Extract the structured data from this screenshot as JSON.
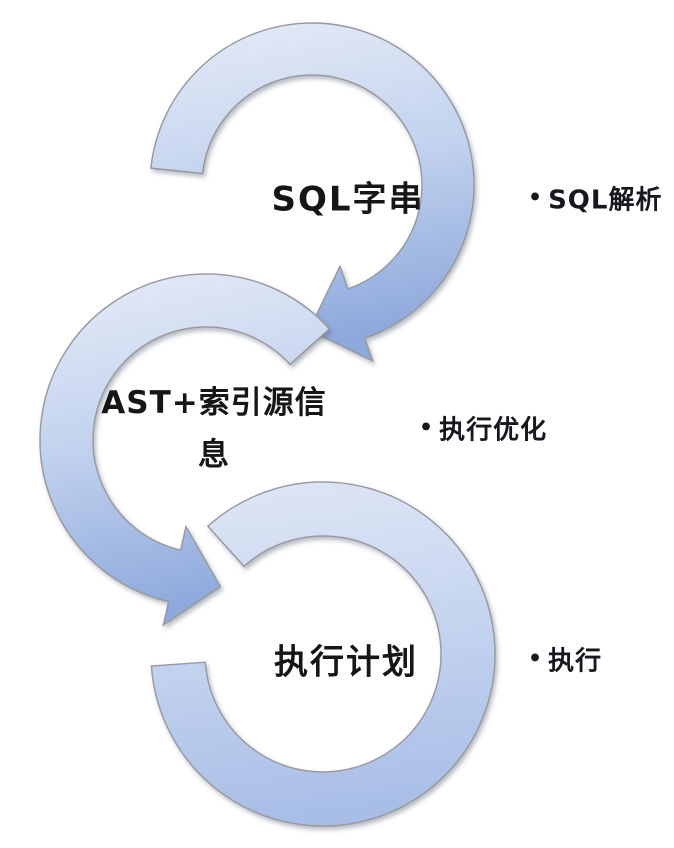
{
  "diagram": {
    "type": "cycle-flow",
    "bullet_char": "•",
    "steps": [
      {
        "label": "SQL字串",
        "annotation": "SQL解析"
      },
      {
        "label": "AST+索引源信息",
        "label_lines": [
          "AST+索引源信",
          "息"
        ],
        "annotation": "执行优化"
      },
      {
        "label": "执行计划",
        "annotation": "执行"
      }
    ]
  },
  "colors": {
    "ring_gradient_light": "#e6ecf8",
    "ring_gradient_mid": "#c2d2ee",
    "ring_gradient_dark": "#8ea9dc",
    "ring_end_light": "#dfe7f6",
    "ring_end_dark": "#a9bee7",
    "ring_outline": "#97989d",
    "text": "#161616",
    "background": "#ffffff"
  }
}
